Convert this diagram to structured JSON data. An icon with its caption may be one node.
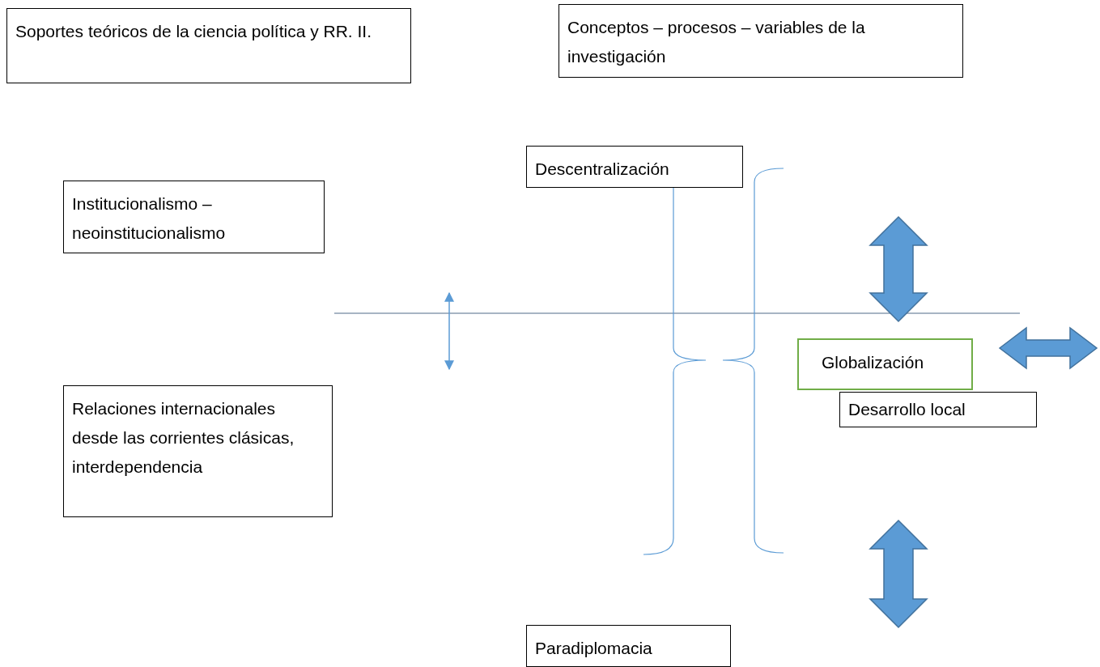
{
  "diagram": {
    "nodes": [
      {
        "text": [
          "Soportes teóricos de la ciencia política y RR. II."
        ]
      },
      {
        "text": [
          "Conceptos – procesos – variables de la investigación"
        ]
      },
      {
        "text": [
          "Descentralización"
        ]
      },
      {
        "text": [
          "Institucionalismo – neoinstitucionalismo"
        ]
      },
      {
        "text": [
          "Relaciones internacionales desde las corrientes clásicas, interdependencia"
        ]
      },
      {
        "text": [
          "Globalización"
        ]
      },
      {
        "text": [
          "Desarrollo local"
        ]
      },
      {
        "text": [
          "Paradiplomacia"
        ]
      }
    ]
  }
}
